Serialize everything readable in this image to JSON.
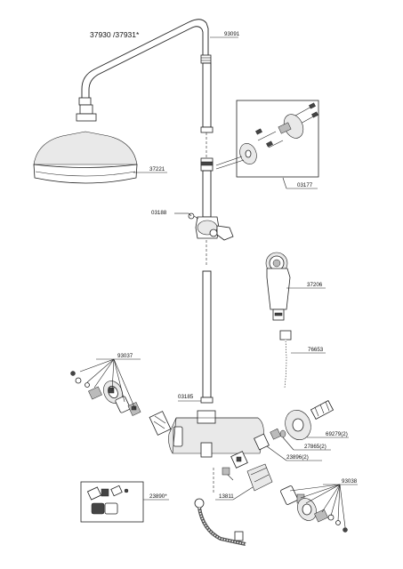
{
  "title": "37930 /37931*",
  "labels": {
    "p93091": "93091",
    "p03177": "03177",
    "p37221": "37221",
    "p03188": "03188",
    "p37206": "37206",
    "p76653": "76653",
    "p93037": "93037",
    "p03185": "03185",
    "p69279": "69279(2)",
    "p27865": "27865(2)",
    "p23896": "23896(2)",
    "p93038": "93038",
    "p23890": "23890*",
    "p13811": "13811"
  }
}
